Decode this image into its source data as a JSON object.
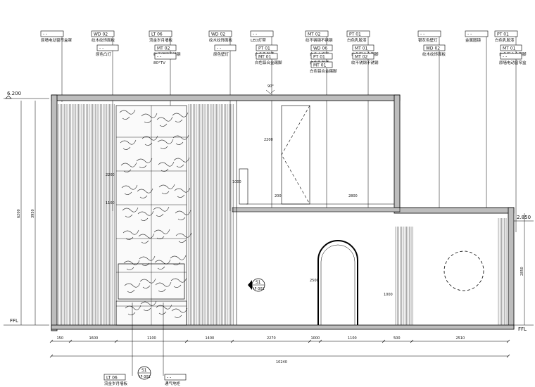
{
  "drawing": {
    "levels": {
      "top": "6.200",
      "mid": "2.850",
      "floor_left": "FFL",
      "floor_right": "FFL"
    },
    "top_callouts": [
      {
        "codes": [
          "-  -"
        ],
        "desc": "原墙电动窗帘盒罩",
        "sub": []
      },
      {
        "codes": [
          "WD  02"
        ],
        "desc": "纹木纹饰面板",
        "sub": [
          {
            "codes": [
              "-  -"
            ],
            "desc": "原色凸灯"
          }
        ]
      },
      {
        "codes": [
          "LT  06"
        ],
        "desc": "流金岁月墙板",
        "sub": [
          {
            "codes": [
              "MT  02"
            ],
            "desc": "纹不锈钢不锈钢"
          },
          {
            "codes": [
              "-  -"
            ],
            "desc": "80°TV"
          }
        ]
      },
      {
        "codes": [
          "WD  02"
        ],
        "desc": "纹木纹饰面板",
        "sub": [
          {
            "codes": [
              "-  -"
            ],
            "desc": "原色壁灯"
          }
        ]
      },
      {
        "codes": [
          "-  -"
        ],
        "desc": "LED灯带",
        "sub": [
          {
            "codes": [
              "PT  01"
            ],
            "desc": "白色乳胶漆"
          },
          {
            "codes": [
              "MT  01"
            ],
            "desc": "白色铝合金踢脚"
          }
        ]
      },
      {
        "codes": [
          "MT  02"
        ],
        "desc": "纹不锈钢不锈钢",
        "sub": [
          {
            "codes": [
              "WD  06"
            ],
            "desc": "白色木饰面"
          },
          {
            "codes": [
              "PT  01"
            ],
            "desc": "白色乳胶漆"
          },
          {
            "codes": [
              "MT  01"
            ],
            "desc": "白色铝合金踢脚"
          }
        ]
      },
      {
        "codes": [
          "PT  01"
        ],
        "desc": "白色乳胶漆",
        "sub": [
          {
            "codes": [
              "MT  01"
            ],
            "desc": "白色铝合金踢脚"
          },
          {
            "codes": [
              "MT  02"
            ],
            "desc": "纹不锈钢不锈钢"
          }
        ]
      },
      {
        "codes": [
          "-  -"
        ],
        "desc": "银灰色壁灯",
        "sub": [
          {
            "codes": [
              "WD  02"
            ],
            "desc": "纹木纹饰面板"
          }
        ]
      },
      {
        "codes": [
          "-  -"
        ],
        "desc": "金属圆镜",
        "sub": []
      },
      {
        "codes": [
          "PT  01"
        ],
        "desc": "白色乳胶漆",
        "sub": [
          {
            "codes": [
              "MT  01"
            ],
            "desc": "白色铝合金踢脚"
          },
          {
            "codes": [
              "-  -"
            ],
            "desc": "原墙电动窗帘盒"
          }
        ]
      }
    ],
    "bottom_callouts": [
      {
        "codes": [
          "LT  06"
        ],
        "desc": "流金岁月墙板"
      },
      {
        "codes": [
          "-  -"
        ],
        "desc": "通气地柜"
      }
    ],
    "section_marks": [
      {
        "id": "S1",
        "ref": "IF-301"
      },
      {
        "id": "S1",
        "ref": "IF-301"
      }
    ],
    "angle_label": "90°",
    "dimensions": {
      "bottom_segments": [
        "150",
        "1600",
        "1100",
        "1400",
        "2270",
        "1000",
        "1100",
        "500",
        "2510"
      ],
      "total": "10240",
      "left_height_1": "6200",
      "left_height_2": "3950",
      "right_height": "2850",
      "misc": [
        "200",
        "2800",
        "2200",
        "1000",
        "2500",
        "1100",
        "2200",
        "1000"
      ]
    }
  }
}
